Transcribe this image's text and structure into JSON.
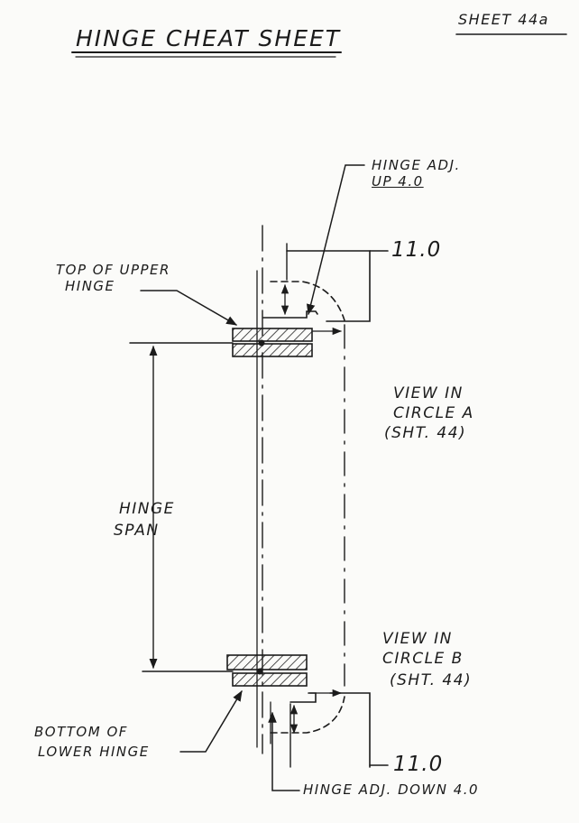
{
  "title": "HINGE CHEAT SHEET",
  "sheet_label": "SHEET 44a",
  "labels": {
    "hinge_adj_up_line1": "HINGE ADJ.",
    "hinge_adj_up_line2": "UP 4.0",
    "dim_top": "11.0",
    "top_of_upper_line1": "TOP OF UPPER",
    "top_of_upper_line2": "HINGE",
    "view_a_line1": "VIEW IN",
    "view_a_line2": "CIRCLE A",
    "view_a_line3": "(SHT. 44)",
    "hinge_span_line1": "HINGE",
    "hinge_span_line2": "SPAN",
    "view_b_line1": "VIEW IN",
    "view_b_line2": "CIRCLE B",
    "view_b_line3": "(SHT. 44)",
    "bottom_of_lower_line1": "BOTTOM OF",
    "bottom_of_lower_line2": "LOWER HINGE",
    "dim_bottom": "11.0",
    "hinge_adj_down": "HINGE ADJ. DOWN 4.0"
  }
}
